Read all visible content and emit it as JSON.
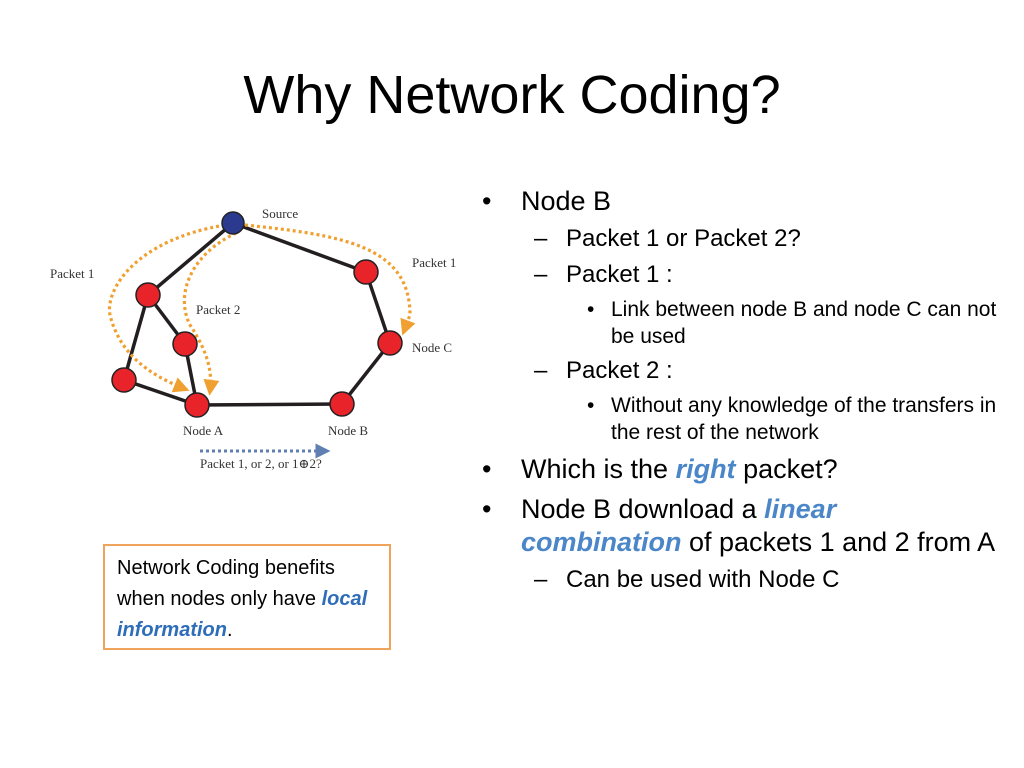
{
  "title": "Why Network Coding?",
  "diagram": {
    "labels": {
      "source": "Source",
      "packet1_left": "Packet 1",
      "packet1_right": "Packet 1",
      "packet2": "Packet 2",
      "node_a": "Node A",
      "node_b": "Node B",
      "node_c": "Node C",
      "caption": "Packet 1, or 2, or 1⊕2?"
    },
    "colors": {
      "source_node": "#2b3a8f",
      "relay_node": "#e8232a",
      "edge": "#231f20",
      "packet_path": "#f0a031",
      "caption_arrow": "#5f7fb3"
    }
  },
  "bullets": {
    "b1": "Node B",
    "b1_1": "Packet 1 or Packet 2?",
    "b1_2": "Packet 1 :",
    "b1_2_1": "Link between node B and node C can not be used",
    "b1_3": "Packet 2 :",
    "b1_3_1": "Without any knowledge of the transfers in the rest of the network",
    "b2_pre": "Which is the ",
    "b2_em": "right",
    "b2_post": " packet?",
    "b3_pre": "Node B download a ",
    "b3_em": "linear combination",
    "b3_post": " of packets 1 and 2 from A",
    "b3_1": "Can be used with Node C"
  },
  "callout": {
    "pre": "Network Coding benefits when nodes only have ",
    "em": "local information",
    "post": "."
  }
}
